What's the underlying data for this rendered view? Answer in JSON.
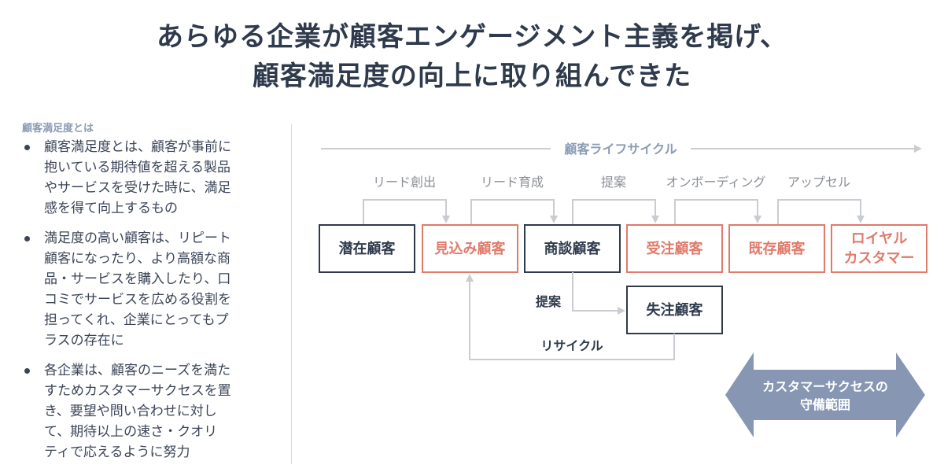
{
  "title": {
    "line1": "あらゆる企業が顧客エンゲージメント主義を掲げ、",
    "line2": "顧客満足度の向上に取り組んできた"
  },
  "sidebar": {
    "heading": "顧客満足度とは",
    "bullets": [
      [
        "顧客満足度とは、顧客が事前に",
        "抱いている期待値を超える製品",
        "やサービスを受けた時に、満足",
        "感を得て向上するもの"
      ],
      [
        "満足度の高い顧客は、リピート",
        "顧客になったり、より高額な商",
        "品・サービスを購入したり、口",
        "コミでサービスを広める役割を",
        "担ってくれ、企業にとってもプ",
        "ラスの存在に"
      ],
      [
        "各企業は、顧客のニーズを満た",
        "すためカスタマーサクセスを置",
        "き、要望や問い合わせに対し",
        "て、期待以上の速さ・クオリ",
        "ティで応えるように努力"
      ]
    ]
  },
  "diagram": {
    "lifecycle_label": "顧客ライフサイクル",
    "stages": [
      {
        "label": "潜在顧客",
        "style": "dark"
      },
      {
        "label": "見込み顧客",
        "style": "accent"
      },
      {
        "label": "商談顧客",
        "style": "dark"
      },
      {
        "label": "受注顧客",
        "style": "accent"
      },
      {
        "label": "既存顧客",
        "style": "accent"
      },
      {
        "label": "ロイヤル",
        "label2": "カスタマー",
        "style": "accent"
      }
    ],
    "transitions": [
      "リード創出",
      "リード育成",
      "提案",
      "オンボーディング",
      "アップセル"
    ],
    "lost": {
      "label": "失注顧客",
      "arrow_label": "提案"
    },
    "recycle_label": "リサイクル",
    "cs_scope": {
      "line1": "カスタマーサクセスの",
      "line2": "守備範囲"
    }
  },
  "colors": {
    "dark": "#2f3a4c",
    "accent": "#e07a6b",
    "arrow": "#c9ccd1",
    "lifecycle_arrow": "#c9ccd1",
    "cs_arrow": "#8797b3"
  }
}
